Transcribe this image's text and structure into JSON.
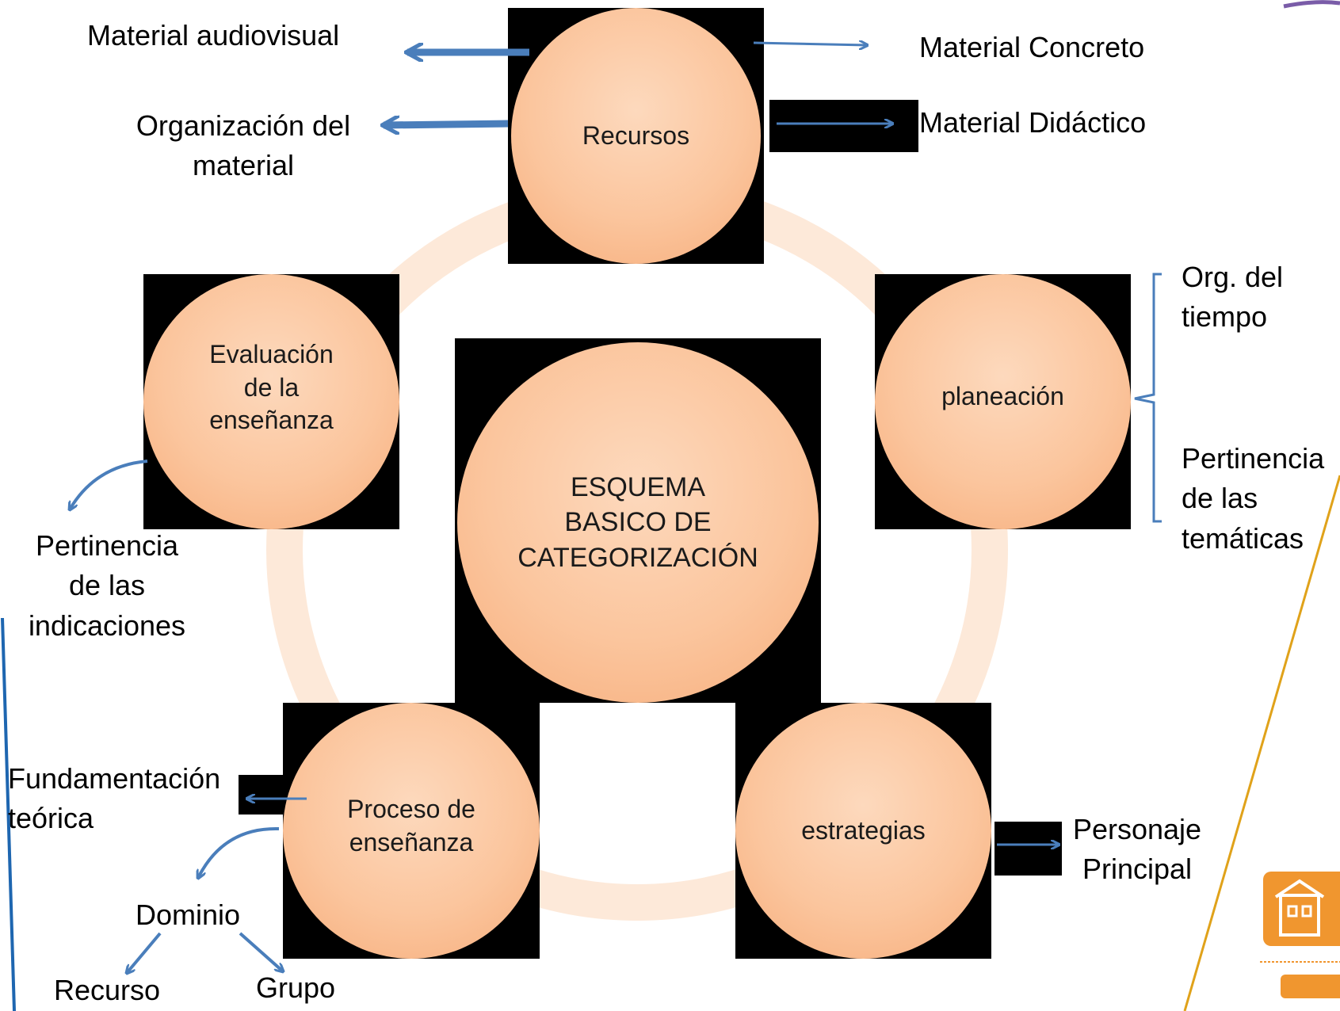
{
  "diagram": {
    "center": "ESQUEMA\nBASICO DE\nCATEGORIZACIÓN",
    "nodes": {
      "recursos": "Recursos",
      "planeacion": "planeación",
      "estrategias": "estrategias",
      "proceso": "Proceso de\nenseñanza",
      "evaluacion": "Evaluación\nde la\nenseñanza"
    },
    "labels": {
      "material_audiovisual": "Material audiovisual",
      "organizacion_material": "Organización del\nmaterial",
      "material_concreto": "Material Concreto",
      "material_didactico": "Material Didáctico",
      "org_tiempo": "Org. del\ntiempo",
      "pertinencia_tematicas": "Pertinencia\nde las\ntemáticas",
      "pertinencia_indicaciones": "Pertinencia\nde las\nindicaciones",
      "fundamentacion": "Fundamentación\nteórica",
      "dominio": "Dominio",
      "recurso": "Recurso",
      "grupo": "Grupo",
      "personaje": "Personaje\nPrincipal"
    }
  },
  "colors": {
    "arrow": "#4a7ebb",
    "ring": "#fde9d9",
    "node_fill": "#fbc59d",
    "logo": "#f0962f",
    "accent_line": "#1e66b0",
    "gold_line": "#e0a21a"
  }
}
